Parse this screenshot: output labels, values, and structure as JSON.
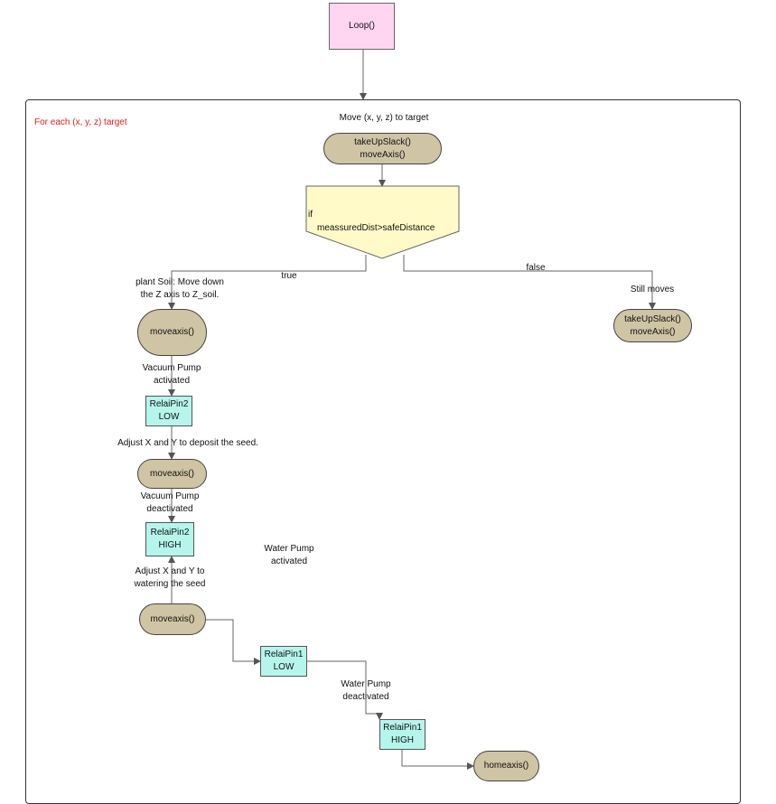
{
  "nodes": {
    "loop": "Loop()",
    "move_axis_1": "takeUpSlack()\nmoveAxis()",
    "decision_if": "if",
    "decision_cond": "meassuredDist>safeDistance",
    "move_axis_false": "takeUpSlack()\nmoveAxis()",
    "moveaxis_1": "moveaxis()",
    "relay2_low": "RelaiPin2\nLOW",
    "moveaxis_2": "moveaxis()",
    "relay2_high": "RelaiPin2\nHIGH",
    "moveaxis_3": "moveaxis()",
    "relay1_low": "RelaiPin1\nLOW",
    "relay1_high": "RelaiPin1\nHIGH",
    "homeaxis": "homeaxis()"
  },
  "labels": {
    "group_title": "For each (x, y, z) target",
    "move_target": "Move (x, y, z) to target",
    "true": "true",
    "false": "false",
    "plant_soil": "plant Soil: Move down\nthe Z axis to Z_soil.",
    "still_moves": "Still moves",
    "vacuum_on": "Vacuum Pump\nactivated",
    "adjust_deposit": "Adjust X and Y to deposit the seed.",
    "vacuum_off": "Vacuum Pump\ndeactivated",
    "water_on": "Water Pump\nactivated",
    "adjust_water": "Adjust X and Y to\nwatering the seed",
    "water_off": "Water Pump\ndeactivated"
  },
  "colors": {
    "loop_fill": "#ffd6f2",
    "terminal_fill": "#cfc4a4",
    "process_fill": "#b5f5ec",
    "decision_fill": "#fffac8",
    "group_title": "#e21f1f",
    "edge": "#555555"
  }
}
